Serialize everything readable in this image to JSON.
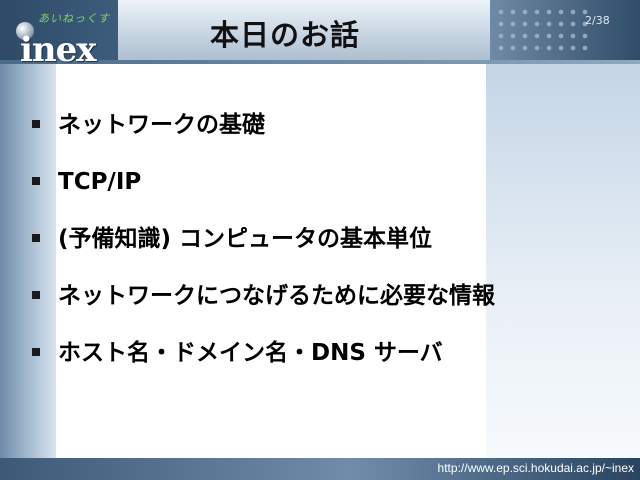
{
  "header": {
    "title": "本日のお話",
    "page_number": "2/38"
  },
  "logo": {
    "ruby": "あいねっくす",
    "text": "inex"
  },
  "bullets": [
    "ネットワークの基礎",
    "TCP/IP",
    "(予備知識) コンピュータの基本単位",
    "ネットワークにつなげるために必要な情報",
    "ホスト名・ドメイン名・DNS サーバ"
  ],
  "footer": {
    "url": "http://www.ep.sci.hokudai.ac.jp/~inex"
  },
  "colors": {
    "header_dark": "#2e4a66",
    "panel_blue": "#9fb6cc",
    "text": "#000000"
  }
}
